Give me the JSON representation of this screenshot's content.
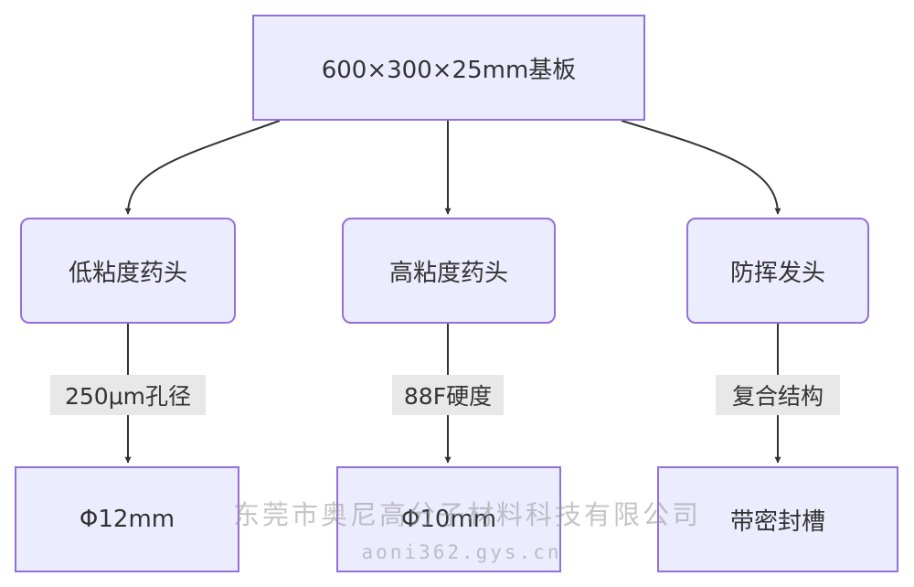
{
  "nodes": {
    "root": "600×300×25mm基板",
    "left_mid": "低粘度药头",
    "center_mid": "高粘度药头",
    "right_mid": "防挥发头",
    "left_bottom": "Φ12mm",
    "center_bottom": "Φ10mm",
    "right_bottom": "带密封槽"
  },
  "edge_labels": {
    "left": "250μm孔径",
    "center": "88F硬度",
    "right": "复合结构"
  },
  "watermark": {
    "company": "东莞市奥尼高分子材料科技有限公司",
    "site": "aoni362.gys.cn"
  },
  "colors": {
    "node_fill": "#ECECFF",
    "node_border": "#9370DB",
    "edge": "#333333",
    "edge_label_bg": "#e8e8e8",
    "text": "#333333"
  }
}
